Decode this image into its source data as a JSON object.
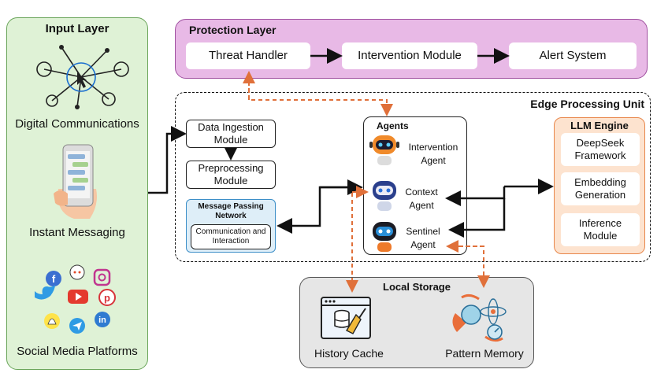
{
  "input_layer": {
    "title": "Input Layer",
    "digital": "Digital Communications",
    "instant": "Instant Messaging",
    "social": "Social Media Platforms"
  },
  "protection_layer": {
    "title": "Protection Layer",
    "threat": "Threat Handler",
    "intervention": "Intervention Module",
    "alert": "Alert System"
  },
  "edge": {
    "title": "Edge Processing Unit",
    "ingestion": "Data Ingestion Module",
    "preprocessing": "Preprocessing Module",
    "mpn_title": "Message Passing Network",
    "mpn_inner": "Communication and Interaction"
  },
  "agents": {
    "title": "Agents",
    "intervention": "Intervention Agent",
    "context": "Context Agent",
    "sentinel": "Sentinel Agent"
  },
  "llm": {
    "title": "LLM Engine",
    "deepseek": "DeepSeek Framework",
    "embedding": "Embedding Generation",
    "inference": "Inference Module"
  },
  "storage": {
    "title": "Local Storage",
    "history": "History Cache",
    "pattern": "Pattern Memory"
  },
  "colors": {
    "input_fill": "#dff2d6",
    "protection_fill": "#e8b9e6",
    "llm_fill": "#fde3cf",
    "llm_border": "#e8864a",
    "storage_fill": "#e6e6e6",
    "mpn_fill": "#deeef8",
    "mpn_border": "#3d8fc8",
    "dashed_arrow": "#e0703a"
  }
}
